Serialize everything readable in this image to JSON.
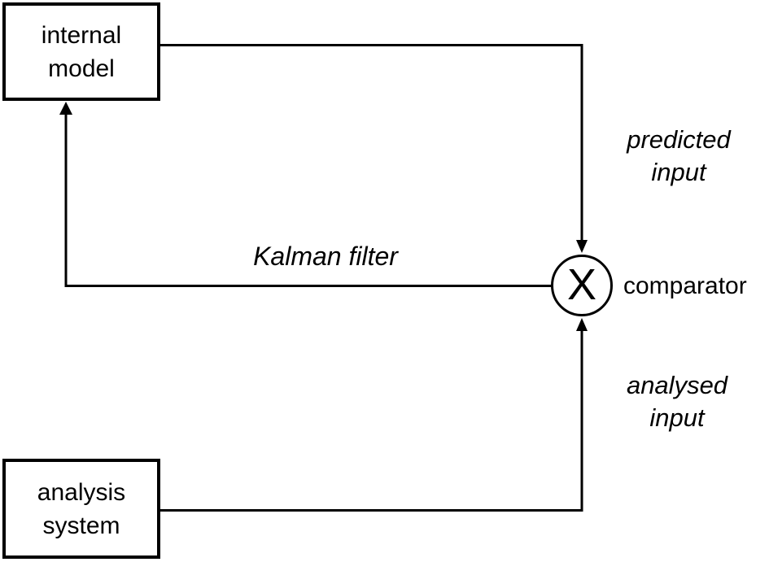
{
  "diagram": {
    "colors": {
      "background": "#ffffff",
      "line": "#000000",
      "text": "#000000"
    },
    "nodes": {
      "internal_model": {
        "line1": "internal",
        "line2": "model"
      },
      "analysis_system": {
        "line1": "analysis",
        "line2": "system"
      },
      "comparator": {
        "symbol": "X",
        "label": "comparator"
      }
    },
    "edge_labels": {
      "predicted_input": {
        "line1": "predicted",
        "line2": "input"
      },
      "analysed_input": {
        "line1": "analysed",
        "line2": "input"
      },
      "kalman_filter": "Kalman filter"
    }
  }
}
